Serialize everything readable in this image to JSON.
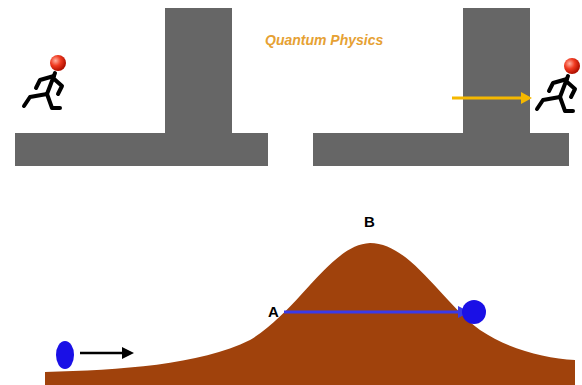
{
  "diagram": {
    "title": "Quantum Physics",
    "labels": [
      "A",
      "B"
    ]
  }
}
